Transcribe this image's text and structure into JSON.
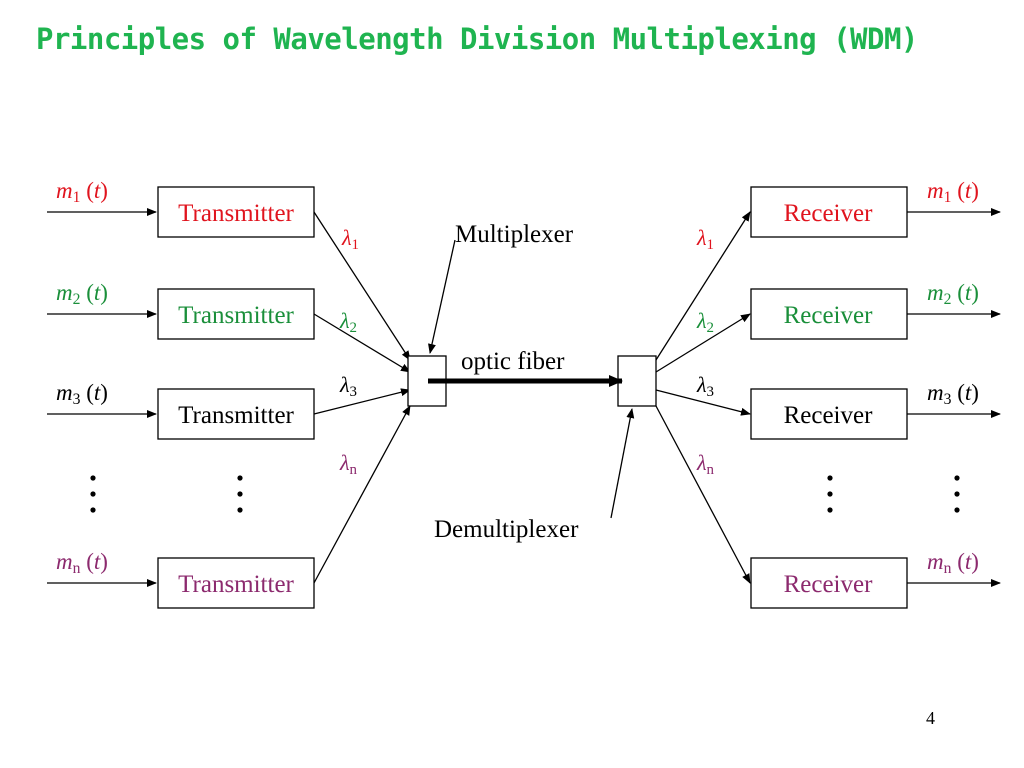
{
  "title": "Principles of Wavelength Division Multiplexing (WDM)",
  "colors": {
    "title": "#1fb450",
    "ch1": "#e0141e",
    "ch2": "#1a8f3a",
    "ch3": "#000000",
    "chn": "#8c2a6e",
    "line": "#000000"
  },
  "channels": [
    {
      "id": "ch1",
      "signal_var": "m",
      "signal_sub": "1",
      "signal_arg": "t",
      "lambda_sub": "1",
      "tx_label": "Transmitter",
      "rx_label": "Receiver"
    },
    {
      "id": "ch2",
      "signal_var": "m",
      "signal_sub": "2",
      "signal_arg": "t",
      "lambda_sub": "2",
      "tx_label": "Transmitter",
      "rx_label": "Receiver"
    },
    {
      "id": "ch3",
      "signal_var": "m",
      "signal_sub": "3",
      "signal_arg": "t",
      "lambda_sub": "3",
      "tx_label": "Transmitter",
      "rx_label": "Receiver"
    },
    {
      "id": "chn",
      "signal_var": "m",
      "signal_sub": "n",
      "signal_arg": "t",
      "lambda_sub": "n",
      "tx_label": "Transmitter",
      "rx_label": "Receiver"
    }
  ],
  "lambda_symbol": "λ",
  "labels": {
    "multiplexer": "Multiplexer",
    "demultiplexer": "Demultiplexer",
    "optic_fiber": "optic fiber"
  },
  "page_number": "4"
}
